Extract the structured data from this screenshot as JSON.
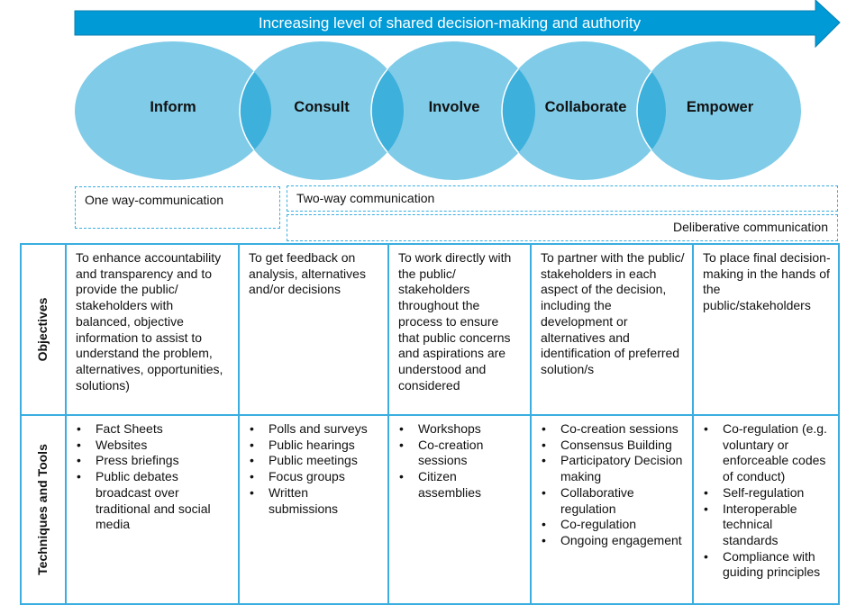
{
  "arrow": {
    "label": "Increasing level of shared decision-making and authority",
    "color": "#009ad6"
  },
  "stages": [
    "Inform",
    "Consult",
    "Involve",
    "Collaborate",
    "Empower"
  ],
  "colors": {
    "ellipse": "#7fcbe8",
    "overlap": "#3db0dc",
    "border": "#3aaee0"
  },
  "communication": {
    "one_way": "One way-communication",
    "two_way": "Two-way communication",
    "deliberative": "Deliberative communication"
  },
  "table": {
    "row_headers": [
      "Objectives",
      "Techniques and Tools"
    ],
    "objectives": [
      "To enhance accountability and transparency and to provide the public/ stakeholders with balanced, objective information to assist to understand the problem, alternatives, opportunities, solutions)",
      "To get feedback on analysis, alternatives and/or decisions",
      "To work directly with the public/ stakeholders throughout the process to ensure that public concerns and aspirations are understood and considered",
      "To partner with the public/ stakeholders in each aspect of the decision, including the development or alternatives and identification of preferred solution/s",
      "To place final decision-making in the hands of the public/stakeholders"
    ],
    "tools": [
      [
        "Fact Sheets",
        "Websites",
        "Press briefings",
        "Public debates broadcast over traditional and social media"
      ],
      [
        "Polls and surveys",
        "Public hearings",
        "Public meetings",
        "Focus groups",
        "Written submissions"
      ],
      [
        "Workshops",
        "Co-creation sessions",
        "Citizen assemblies"
      ],
      [
        "Co-creation sessions",
        "Consensus Building",
        "Participatory Decision making",
        "Collaborative regulation",
        "Co-regulation",
        "Ongoing engagement"
      ],
      [
        "Co-regulation (e.g. voluntary or enforceable codes of conduct)",
        "Self-regulation",
        "Interoperable technical standards",
        "Compliance with guiding principles"
      ]
    ]
  }
}
